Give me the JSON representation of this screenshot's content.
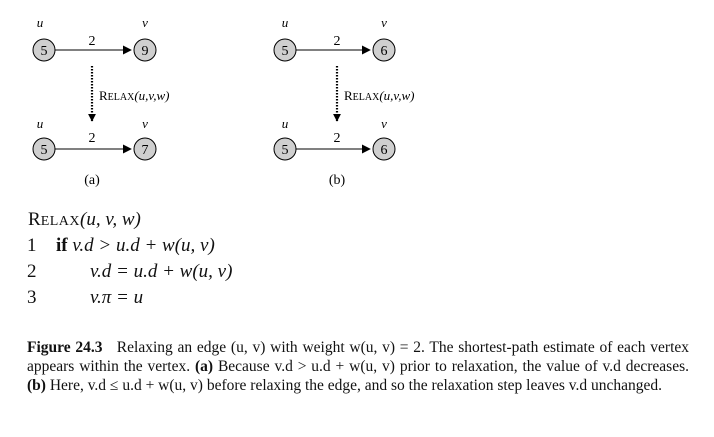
{
  "diagram": {
    "panel_a": {
      "before": {
        "u_label": "u",
        "v_label": "v",
        "u_value": "5",
        "v_value": "9",
        "weight": "2"
      },
      "after": {
        "u_label": "u",
        "v_label": "v",
        "u_value": "5",
        "v_value": "7",
        "weight": "2"
      },
      "relax_label": "Relax(u,v,w)",
      "panel_label": "(a)"
    },
    "panel_b": {
      "before": {
        "u_label": "u",
        "v_label": "v",
        "u_value": "5",
        "v_value": "6",
        "weight": "2"
      },
      "after": {
        "u_label": "u",
        "v_label": "v",
        "u_value": "5",
        "v_value": "6",
        "weight": "2"
      },
      "relax_label": "Relax(u,v,w)",
      "panel_label": "(b)"
    }
  },
  "pseudocode": {
    "title_R": "R",
    "title_rest": "ELAX",
    "title_args": "(u, v, w)",
    "lines": [
      {
        "num": "1",
        "keyword": "if",
        "text": "v.d > u.d + w(u, v)"
      },
      {
        "num": "2",
        "text": "v.d = u.d + w(u, v)"
      },
      {
        "num": "3",
        "text": "v.π = u"
      }
    ]
  },
  "caption": {
    "label": "Figure 24.3",
    "text": "Relaxing an edge (u, v) with weight w(u, v) = 2. The shortest-path estimate of each vertex appears within the vertex.",
    "part_a_label": "(a)",
    "part_a_text": "Because v.d > u.d + w(u, v) prior to relaxation, the value of v.d decreases.",
    "part_b_label": "(b)",
    "part_b_text": "Here, v.d ≤ u.d + w(u, v) before relaxing the edge, and so the relaxation step leaves v.d unchanged."
  }
}
